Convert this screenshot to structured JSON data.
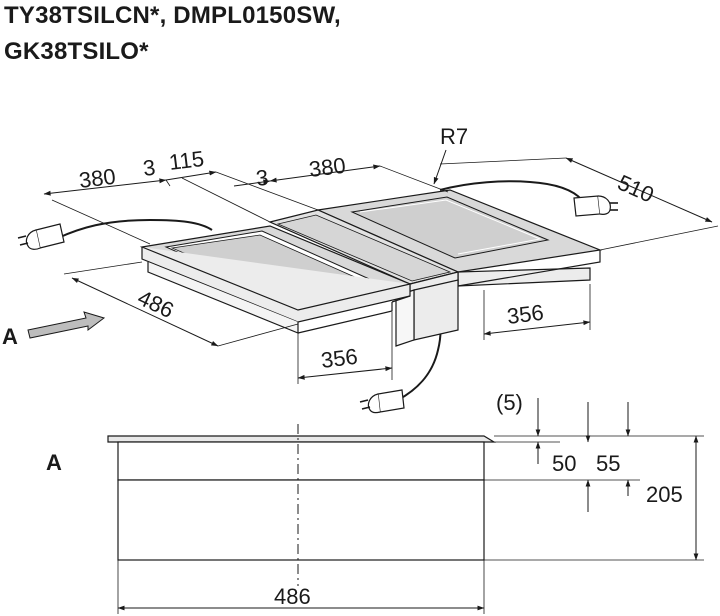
{
  "heading": {
    "line1": "TY38TSILCN*, DMPL0150SW,",
    "line2": "GK38TSILO*"
  },
  "view_labels": {
    "arrow_view": "A",
    "section_view": "A"
  },
  "top_dimensions": {
    "width_left_hob": "380",
    "gap_1": "3",
    "strip_width": "115",
    "gap_2": "3",
    "width_right_hob": "380",
    "corner_radius": "R7",
    "depth_total": "510",
    "depth_cutout_left": "486",
    "cutout_left": "356",
    "cutout_right": "356"
  },
  "section_dimensions": {
    "glass_offset": "(5)",
    "height_a": "50",
    "height_b": "55",
    "height_total": "205",
    "width_bottom": "486"
  },
  "colors": {
    "line": "#1a1a1a",
    "panel_fill": "#d9d9d9",
    "body_fill": "#ececec",
    "background": "#ffffff"
  }
}
